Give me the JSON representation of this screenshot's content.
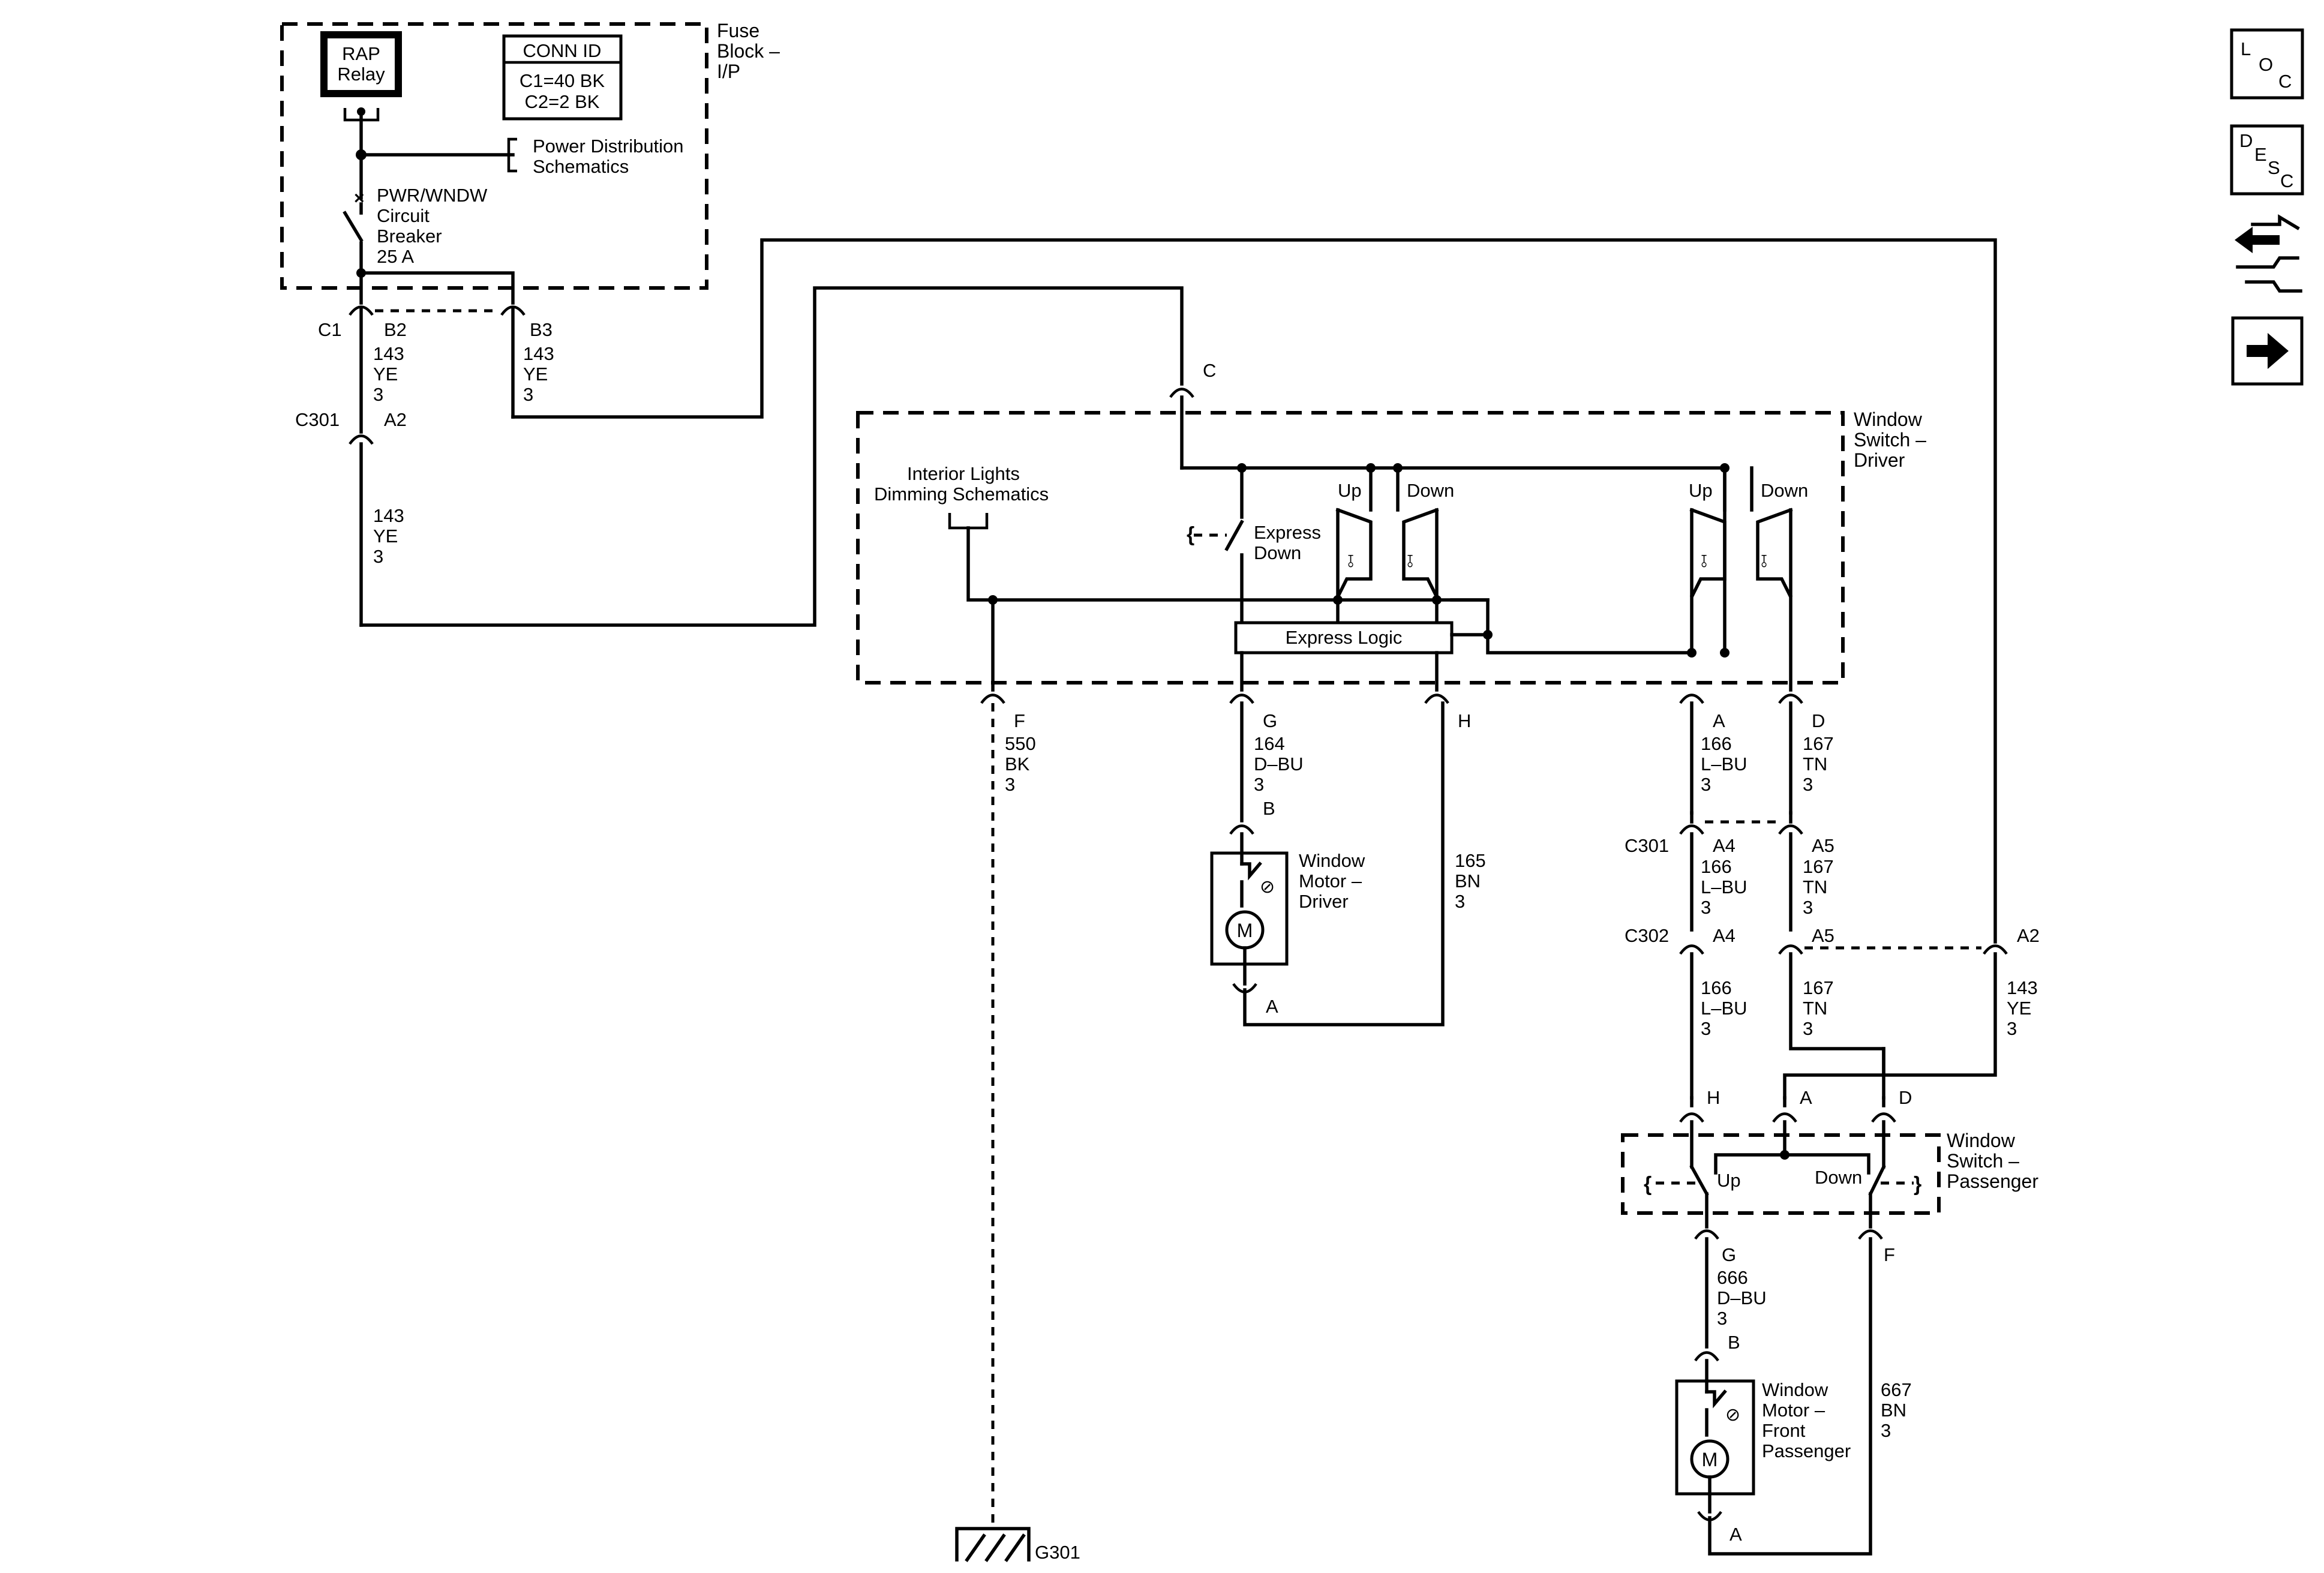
{
  "fuse_block": {
    "title": [
      "Fuse",
      "Block –",
      "I/P"
    ],
    "relay": [
      "RAP",
      "Relay"
    ],
    "conn_id": {
      "header": "CONN ID",
      "rows": [
        "C1=40 BK",
        "C2=2 BK"
      ]
    },
    "power_dist": [
      "Power Distribution",
      "Schematics"
    ],
    "breaker": [
      "PWR/WNDW",
      "Circuit",
      "Breaker",
      "25 A"
    ]
  },
  "connectors": {
    "c1": "C1",
    "b2": "B2",
    "b3": "B3",
    "c301_left": "C301",
    "a2_left": "A2",
    "c_top": "C",
    "f": "F",
    "g": "G",
    "h": "H",
    "a": "A",
    "d": "D",
    "c301_right": "C301",
    "a4_c301": "A4",
    "a5_c301": "A5",
    "c302": "C302",
    "a4_c302": "A4",
    "a5_c302": "A5",
    "a2_c302": "A2",
    "motor_drv_b": "B",
    "motor_drv_a": "A",
    "psw_h": "H",
    "psw_a": "A",
    "psw_d": "D",
    "psw_g": "G",
    "psw_f": "F",
    "motor_pass_b": "B",
    "motor_pass_a": "A",
    "ground": "G301"
  },
  "wires": {
    "w143_b2": [
      "143",
      "YE",
      "3"
    ],
    "w143_b3": [
      "143",
      "YE",
      "3"
    ],
    "w143_c301": [
      "143",
      "YE",
      "3"
    ],
    "w550": [
      "550",
      "BK",
      "3"
    ],
    "w164": [
      "164",
      "D–BU",
      "3"
    ],
    "w165": [
      "165",
      "BN",
      "3"
    ],
    "w166_a": [
      "166",
      "L–BU",
      "3"
    ],
    "w167_d": [
      "167",
      "TN",
      "3"
    ],
    "w166_c301": [
      "166",
      "L–BU",
      "3"
    ],
    "w167_c301": [
      "167",
      "TN",
      "3"
    ],
    "w166_c302": [
      "166",
      "L–BU",
      "3"
    ],
    "w167_c302": [
      "167",
      "TN",
      "3"
    ],
    "w143_a2": [
      "143",
      "YE",
      "3"
    ],
    "w666": [
      "666",
      "D–BU",
      "3"
    ],
    "w667": [
      "667",
      "BN",
      "3"
    ]
  },
  "driver_switch": {
    "title": [
      "Window",
      "Switch –",
      "Driver"
    ],
    "interior_lights": [
      "Interior Lights",
      "Dimming Schematics"
    ],
    "express_down": [
      "Express",
      "Down"
    ],
    "express_logic": "Express Logic",
    "up_left": "Up",
    "down_left": "Down",
    "up_right": "Up",
    "down_right": "Down"
  },
  "motor_driver": {
    "label": [
      "Window",
      "Motor –",
      "Driver"
    ],
    "symbol": "M"
  },
  "passenger_switch": {
    "title": [
      "Window",
      "Switch –",
      "Passenger"
    ],
    "up": "Up",
    "down": "Down"
  },
  "motor_passenger": {
    "label": [
      "Window",
      "Motor –",
      "Front",
      "Passenger"
    ],
    "symbol": "M"
  },
  "nav": {
    "loc": [
      "L",
      "O",
      "C"
    ],
    "desc": [
      "D",
      "E",
      "S",
      "C"
    ],
    "icons": [
      "swap-arrows-icon",
      "next-arrow-icon"
    ]
  }
}
